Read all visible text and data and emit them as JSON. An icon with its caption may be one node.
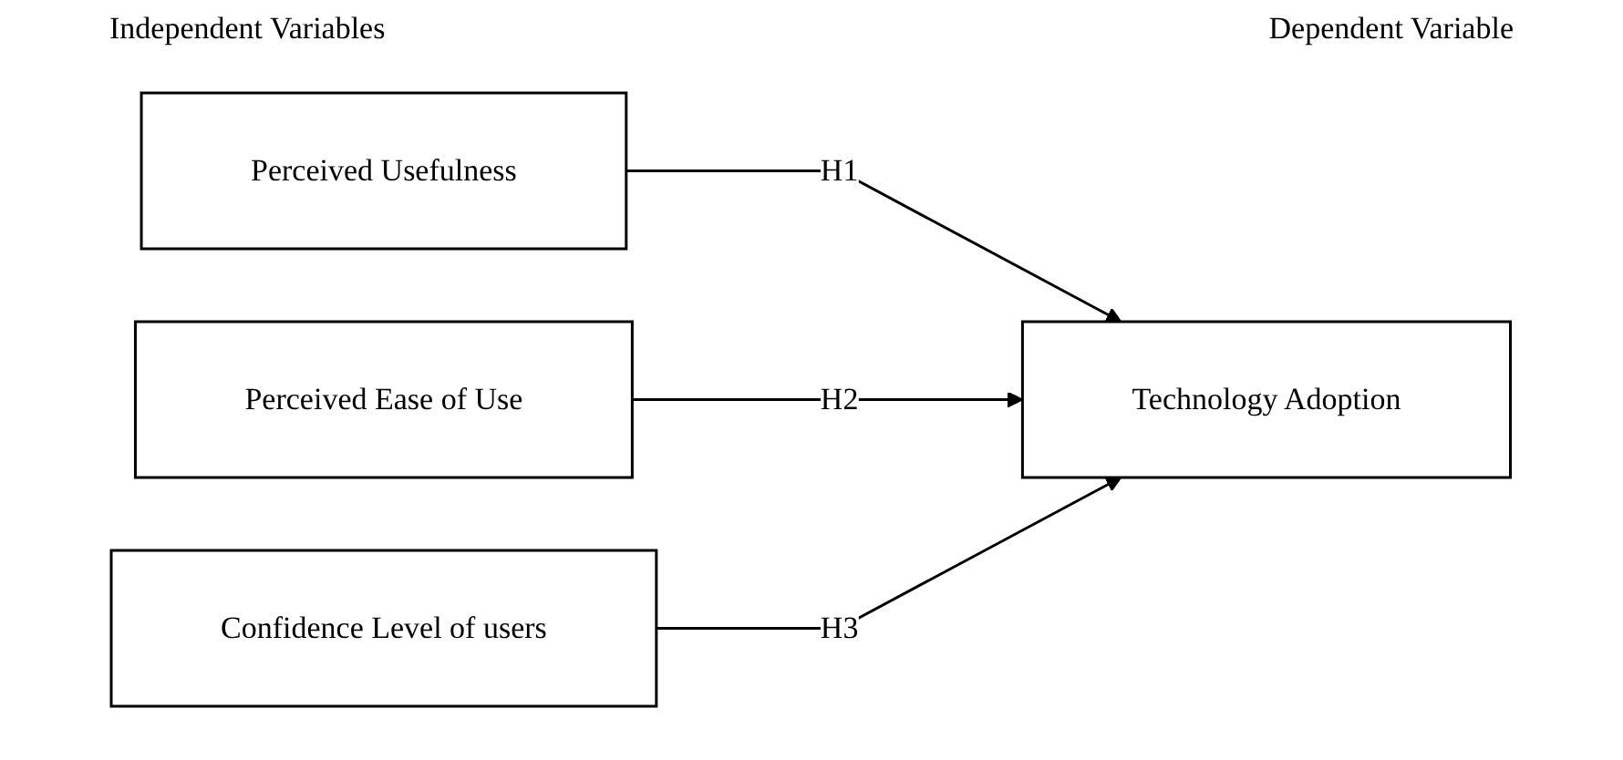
{
  "diagram": {
    "nodes": [
      {
        "text": [
          "Perceived Usefulness"
        ]
      },
      {
        "text": [
          "Perceived Ease of Use"
        ]
      },
      {
        "text": [
          "Confidence Level of users"
        ]
      },
      {
        "text": [
          "Technology Adoption"
        ]
      }
    ],
    "edges": [
      {
        "from": 0,
        "to": 3,
        "arrow": "to",
        "label": "H1"
      },
      {
        "from": 1,
        "to": 3,
        "arrow": "to",
        "label": "H2"
      },
      {
        "from": 2,
        "to": 3,
        "arrow": "to",
        "label": "H3"
      }
    ],
    "labels": [
      "Independent Variables",
      "Dependent Variable"
    ]
  }
}
